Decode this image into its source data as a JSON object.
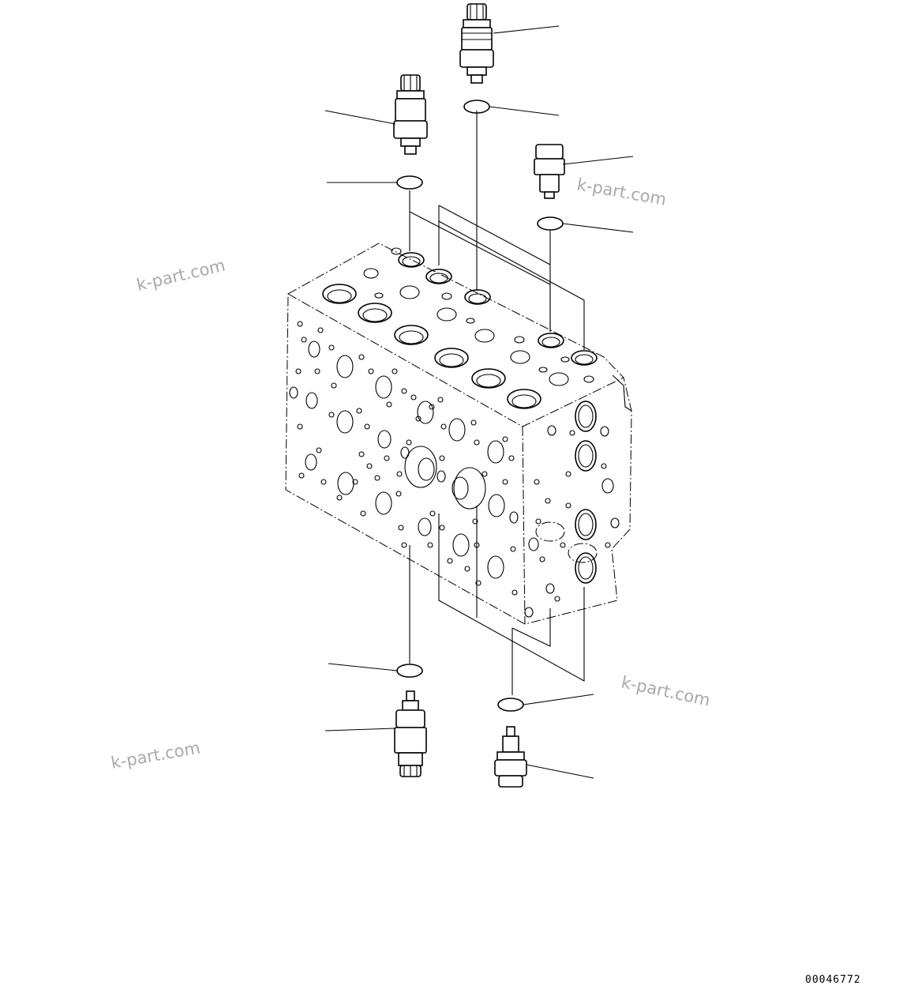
{
  "watermarks": [
    {
      "text": "k-part.com"
    },
    {
      "text": "k-part.com"
    },
    {
      "text": "k-part.com"
    },
    {
      "text": "k-part.com"
    }
  ],
  "drawing_number": "00046772"
}
